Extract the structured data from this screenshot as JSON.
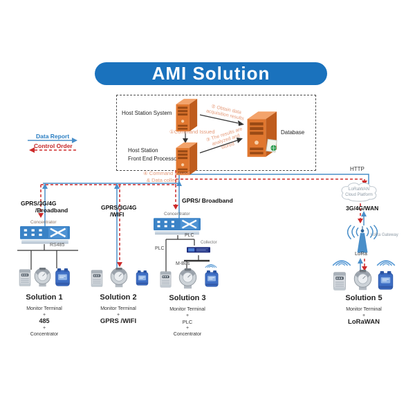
{
  "title": "AMI Solution",
  "legend": {
    "data_report": "Data Report",
    "control_order": "Control Order"
  },
  "host_box": {
    "system_label": "Host Station System",
    "fep_line1": "Host Station",
    "fep_line2": "Front End Processor",
    "database_label": "Database",
    "step1": "①Command Issued",
    "step2": "② Obtain data acquisition results",
    "step3": "③ The results are analyzed and stored",
    "step4_line1": "④ Command issued",
    "step4_line2": "& Data collect"
  },
  "network": {
    "http": "HTTP",
    "gprs_broadband": "GPRS/ Broadband",
    "cloud_line1": "LoRaWAN",
    "cloud_line2": "Cloud Platform",
    "wan": "3G/4G/WAN",
    "lora_gateway": "LoRa Gateway",
    "lora": "LoRa"
  },
  "solution1": {
    "title": "Solution 1",
    "link1": "GPRS/3G/4G",
    "link2": "/Broadband",
    "concentrator": "Concentrator",
    "bus": "RS485",
    "row1": "Monitor Terminal",
    "plus1": "+",
    "row2": "485",
    "plus2": "+",
    "row3": "Concentrator"
  },
  "solution2": {
    "title": "Solution 2",
    "link1": "GPRS/3G/4G",
    "link2": "/WIFI",
    "row1": "Monitor Terminal",
    "plus1": "+",
    "row2": "GPRS /WIFI"
  },
  "solution3": {
    "title": "Solution 3",
    "concentrator": "Concentrator",
    "plc_top": "PLC",
    "plc_left": "PLC",
    "collector": "Collector",
    "mbus": "M-Bus",
    "row1": "Monitor Terminal",
    "plus1": "+",
    "row2": "PLC",
    "plus2": "+",
    "row3": "Concentrator"
  },
  "solution5": {
    "title": "Solution 5",
    "row1": "Monitor Terminal",
    "plus1": "+",
    "row2": "LoRaWAN"
  },
  "colors": {
    "title_bg": "#1a72bd",
    "data_report_blue": "#4a8fc9",
    "control_order_red": "#cd2a2a",
    "server_orange": "#e0772f",
    "annotation_salmon": "#e59a79"
  }
}
